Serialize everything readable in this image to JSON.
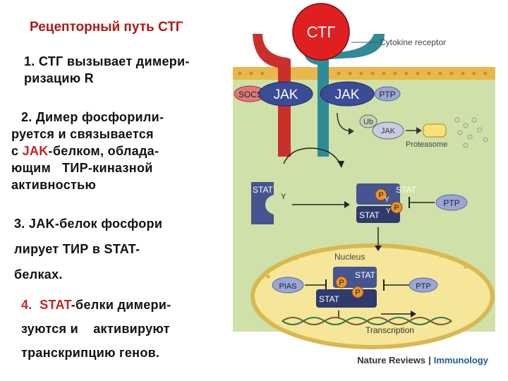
{
  "title": "Рецепторный путь СТГ",
  "steps": {
    "s1": [
      "1. СТГ вызывает димери-",
      "ризацию R"
    ],
    "s2": [
      "2. Димер фосфорили-",
      "руется и связывается",
      "JAK",
      "-белком, облада-",
      "ющим   ТИР-киназной",
      "активностью"
    ],
    "s3": [
      "3. JAK-белок фосфори",
      "лирует ТИР в STAT-",
      "белках."
    ],
    "s4": [
      "4.",
      "STAT",
      "-белки димери-",
      "зуются и",
      "активируют",
      "транскрипцию генов."
    ],
    "s2_prefix": "с "
  },
  "diagram": {
    "ligand": "СТГ",
    "receptor_label": "Cytokine receptor",
    "socs": "SOCS",
    "jak_left": "JAK",
    "jak_right": "JAK",
    "ptp_top": "PTP",
    "ub": "Ub",
    "jak_degraded": "JAK",
    "proteasome": "Proteasome",
    "stat_free": "STAT",
    "y": "Y",
    "stat_dimer_top": "STAT",
    "stat_dimer_bottom": "STAT",
    "p": "P",
    "ptp_mid": "PTP",
    "nucleus": "Nucleus",
    "pias": "PIAS",
    "stat_nuc_top": "STAT",
    "stat_nuc_bottom": "STAT",
    "ptp_nuc": "PTP",
    "transcription": "Transcription"
  },
  "credit": {
    "journal": "Nature Reviews",
    "separator": "|",
    "section": "Immunology"
  },
  "colors": {
    "cytoplasm": "#cfe0a8",
    "membrane": "#e9b74a",
    "nucleus": "#f5e69a",
    "receptor_red": "#c9302c",
    "receptor_teal": "#2f8c96",
    "jak_blue": "#3b4c96",
    "stat_blue": "#46548f",
    "p_orange": "#e8952e",
    "title_red": "#b01818"
  }
}
